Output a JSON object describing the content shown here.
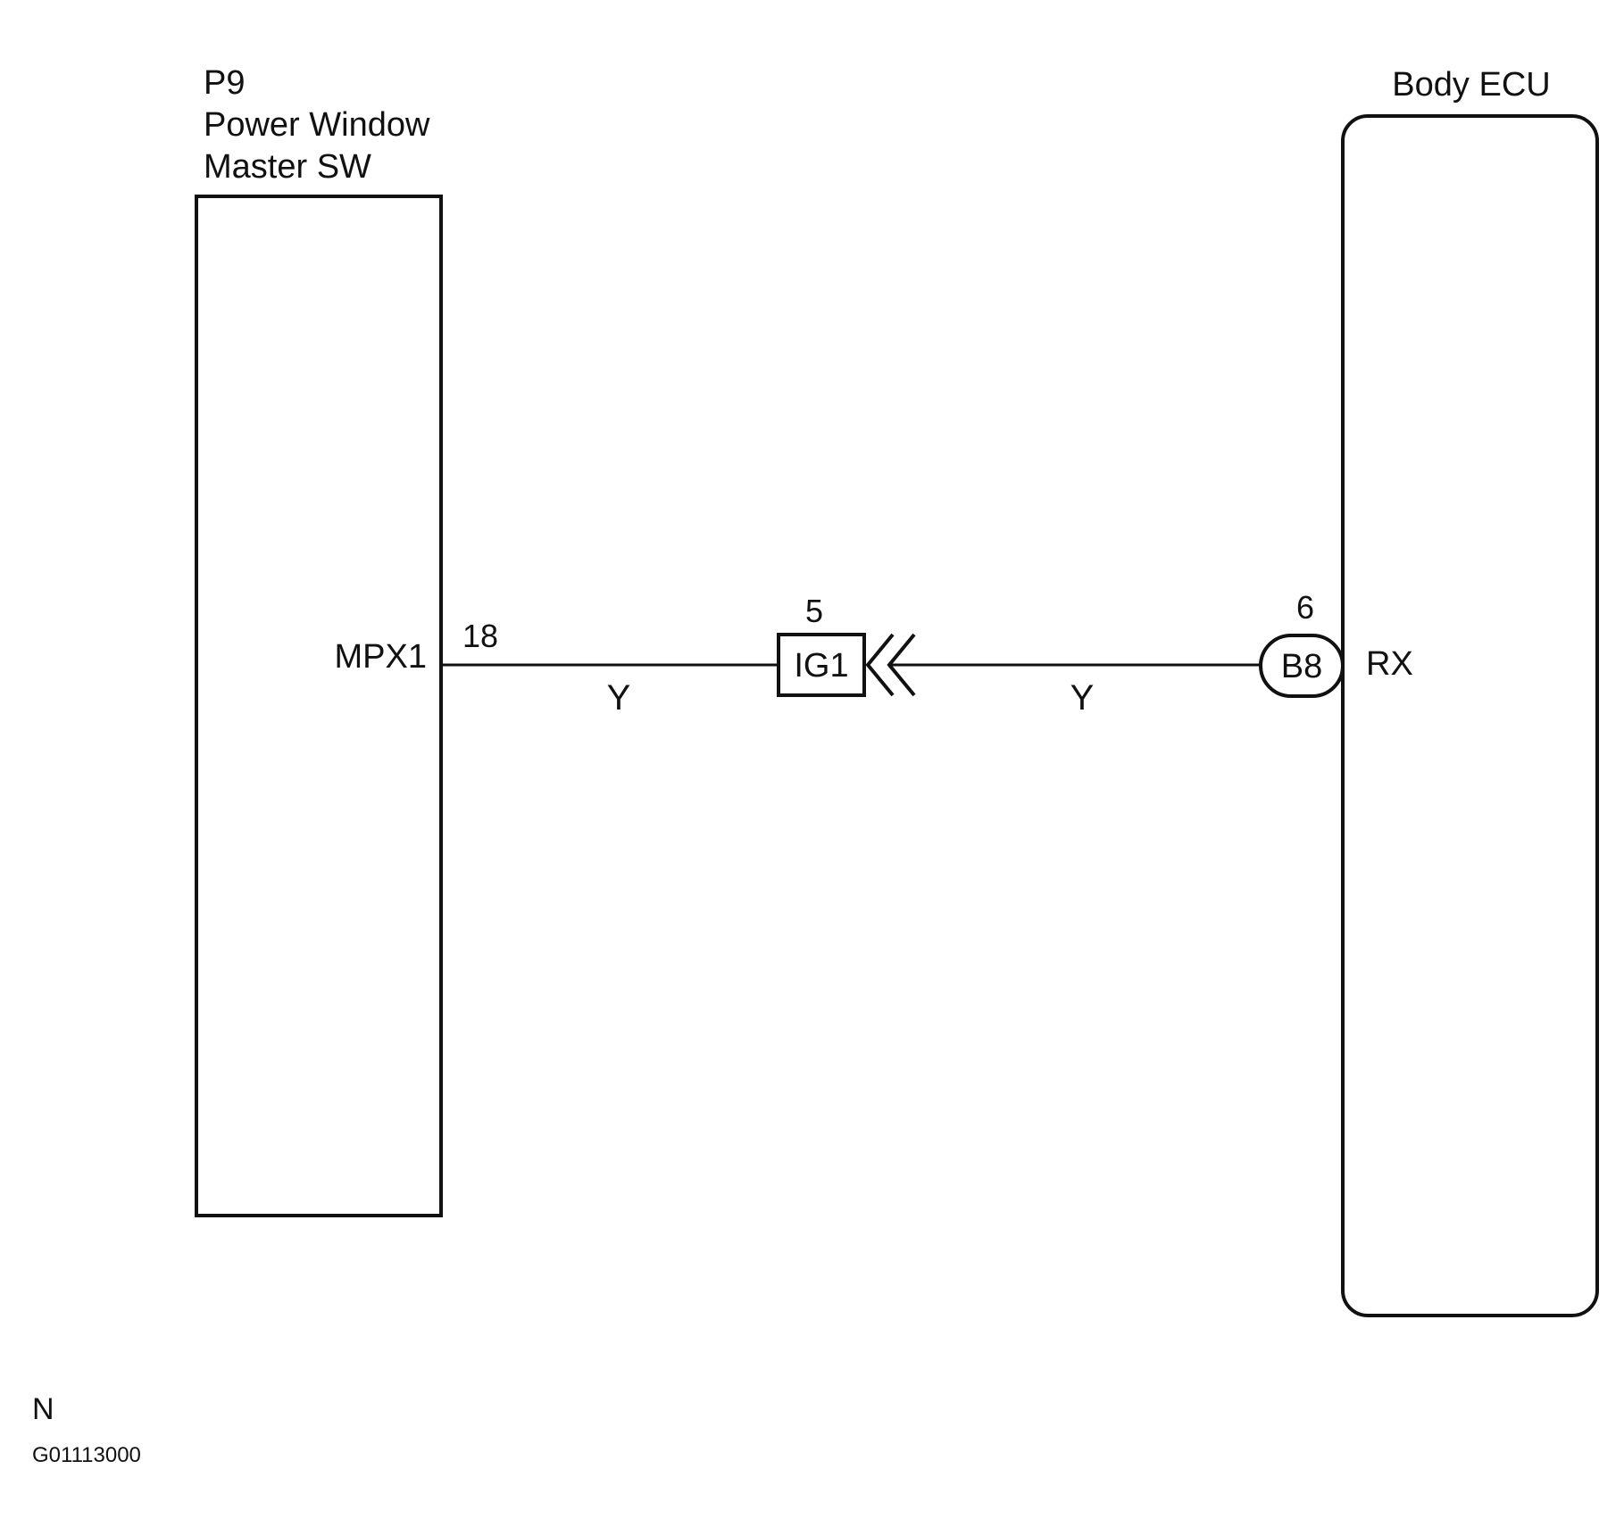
{
  "components": {
    "master_switch": {
      "ref": "P9",
      "name_line1": "Power Window",
      "name_line2": "Master SW",
      "terminal_name": "MPX1",
      "pin": "18"
    },
    "body_ecu": {
      "name": "Body ECU",
      "terminal_name": "RX",
      "connector": "B8",
      "pin": "6"
    },
    "junction": {
      "connector": "IG1",
      "pin": "5"
    }
  },
  "wires": [
    {
      "color_code": "Y"
    },
    {
      "color_code": "Y"
    }
  ],
  "footer": {
    "letter": "N",
    "figure_code": "G01113000"
  },
  "colors": {
    "ink": "#111111",
    "background": "#ffffff"
  }
}
